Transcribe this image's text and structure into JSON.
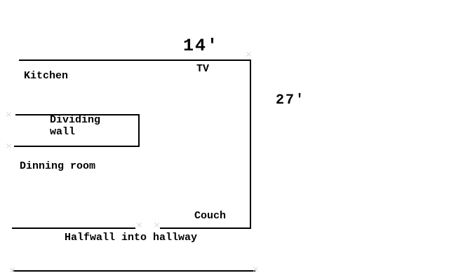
{
  "floor_plan": {
    "dimensions": {
      "width_label": "14'",
      "height_label": "27'"
    },
    "labels": {
      "kitchen": "Kitchen",
      "tv": "TV",
      "dividing_wall": "Dividing\nwall",
      "dinning_room": "Dinning room",
      "couch": "Couch",
      "halfwall": "Halfwall into hallway"
    },
    "colors": {
      "wall": "#000000",
      "background": "#ffffff",
      "endpoint_marker": "#d8d8d8"
    }
  }
}
